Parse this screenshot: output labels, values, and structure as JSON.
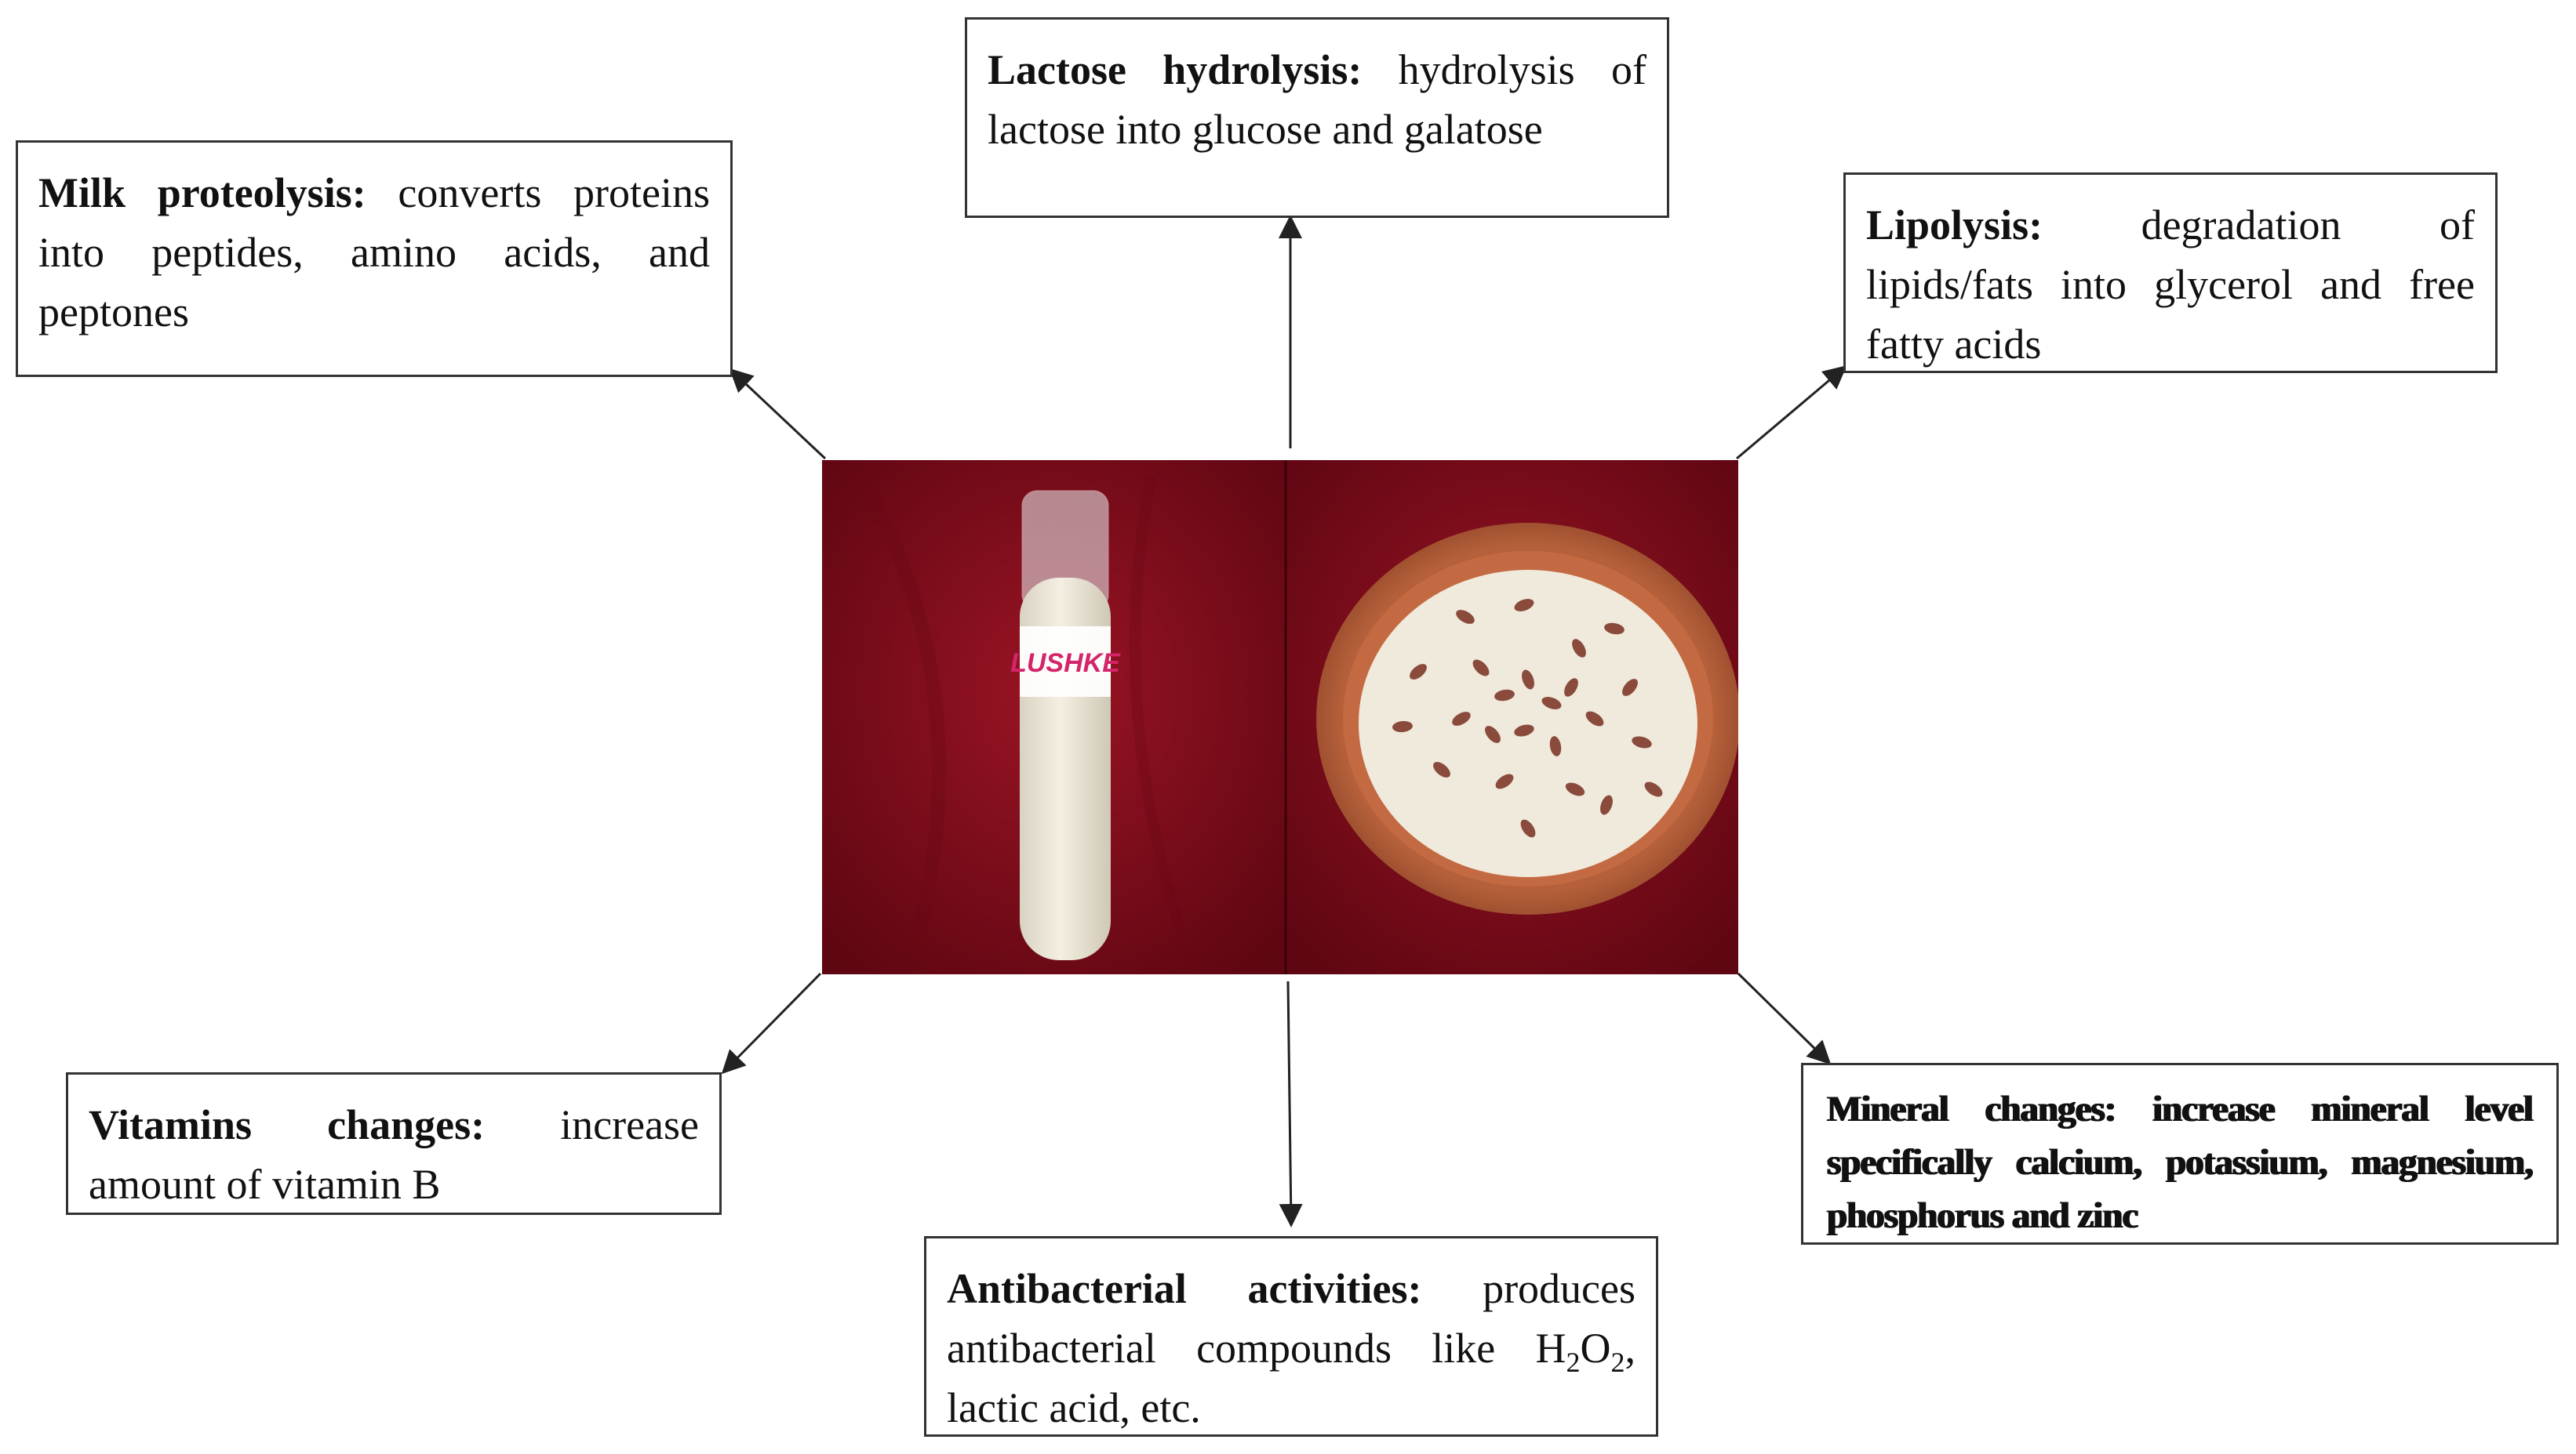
{
  "boxes": {
    "proteolysis": {
      "title": "Milk proteolysis:",
      "text": "converts proteins into peptides, amino acids, and peptones"
    },
    "lactose": {
      "title": "Lactose hydrolysis:",
      "text": "hydrolysis of lactose into glucose and galatose"
    },
    "lipolysis": {
      "title": "Lipolysis:",
      "text": "degradation of lipids/fats into glycerol and free fatty acids"
    },
    "vitamins": {
      "title": "Vitamins changes:",
      "text": "increase amount of vitamin B"
    },
    "antibacterial": {
      "title": "Antibacterial activities:",
      "text_before": "produces antibacterial compounds like H",
      "sub1": "2",
      "mid": "O",
      "sub2": "2",
      "text_after": ", lactic acid, etc."
    },
    "mineral": {
      "title": "Mineral changes:",
      "text": "increase mineral level specifically  calcium, potassium, magnesium, phosphorus and zinc"
    }
  },
  "photo": {
    "tube_label": "LUSHKE"
  },
  "colors": {
    "background_cloth": "#7a0a18",
    "box_border": "#333333",
    "arrow": "#222222",
    "bowl": "#b5603a",
    "milk": "#efeadb",
    "seed": "#8a4a3c"
  }
}
